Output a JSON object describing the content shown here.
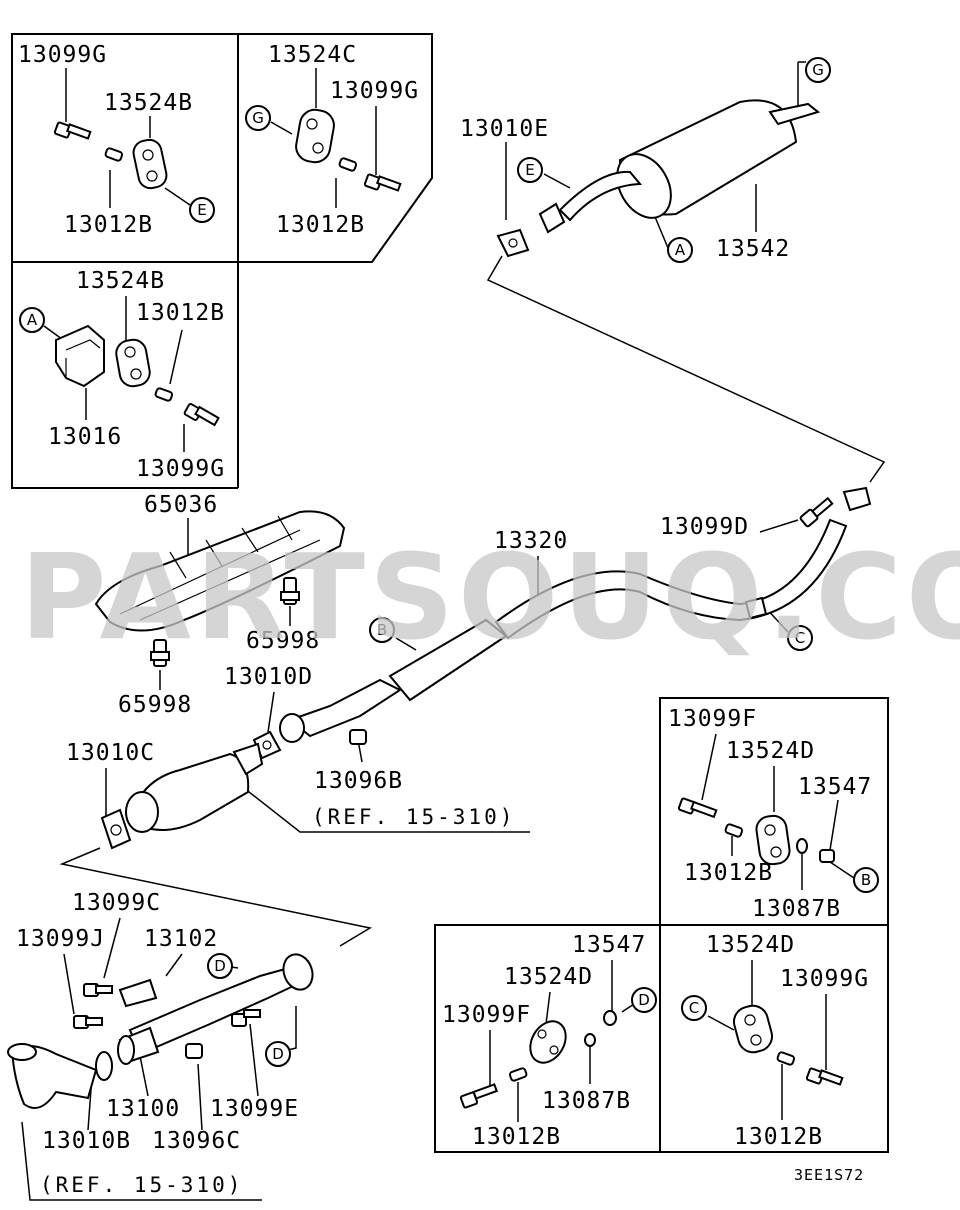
{
  "watermark": "PARTSOUQ.COM",
  "diagram_code": "3EE1S72",
  "inset_top_left": {
    "part_a": "13099G",
    "part_b": "13524B",
    "part_c": "13012B",
    "callout": "E"
  },
  "inset_top_middle": {
    "part_a": "13524C",
    "part_b": "13099G",
    "part_c": "13012B",
    "callout": "G"
  },
  "inset_left_middle": {
    "part_a": "13524B",
    "part_b": "13012B",
    "part_c": "13016",
    "part_d": "13099G",
    "callout": "A"
  },
  "main": {
    "muffler_gasket": "13010E",
    "muffler": "13542",
    "callout_e": "E",
    "callout_a": "A",
    "callout_g": "G",
    "bolt_d": "13099D",
    "center_pipe": "13320",
    "callout_b": "B",
    "callout_c": "C",
    "heat_protector": "65036",
    "bolt_upper": "65998",
    "bolt_lower": "65998",
    "gasket_d": "13010D",
    "nut_b": "13096B",
    "gasket_c": "13010C",
    "ref_1": "(REF. 15-310)",
    "bolt_c": "13099C",
    "bolt_j": "13099J",
    "bracket": "13102",
    "callout_d1": "D",
    "callout_d2": "D",
    "front_pipe": "13100",
    "bolt_e": "13099E",
    "gasket_b": "13010B",
    "nut_c": "13096C",
    "ref_2": "(REF. 15-310)"
  },
  "inset_right_upper": {
    "part_a": "13099F",
    "part_b": "13524D",
    "part_c": "13547",
    "part_d": "13012B",
    "part_e": "13087B",
    "callout": "B"
  },
  "inset_bottom_middle": {
    "part_a": "13547",
    "part_b": "13524D",
    "part_c": "13099F",
    "part_d": "13087B",
    "part_e": "13012B",
    "callout": "D"
  },
  "inset_bottom_right": {
    "part_a": "13524D",
    "part_b": "13099G",
    "part_c": "13012B",
    "callout": "C"
  }
}
